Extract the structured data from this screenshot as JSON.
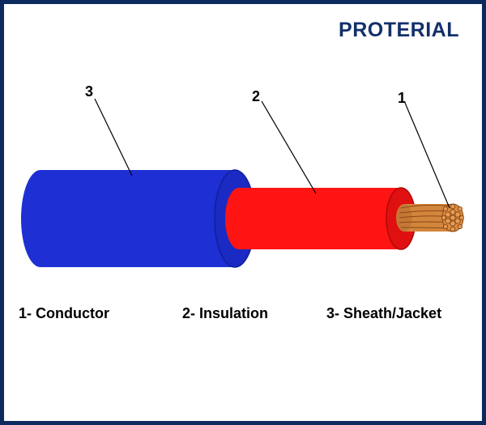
{
  "brand": {
    "name": "PROTERIAL",
    "color": "#12306a"
  },
  "frame": {
    "color": "#0d2a5e"
  },
  "callouts": [
    "3",
    "2",
    "1"
  ],
  "legend": [
    "1- Conductor",
    "2- Insulation",
    "3- Sheath/Jacket"
  ],
  "colors": {
    "sheath": "#1e2fd4",
    "sheath_dark": "#1424a8",
    "insulation": "#ff1414",
    "insulation_dark": "#c80a0a",
    "conductor": "#d2853c",
    "conductor_dark": "#8a4a14"
  }
}
